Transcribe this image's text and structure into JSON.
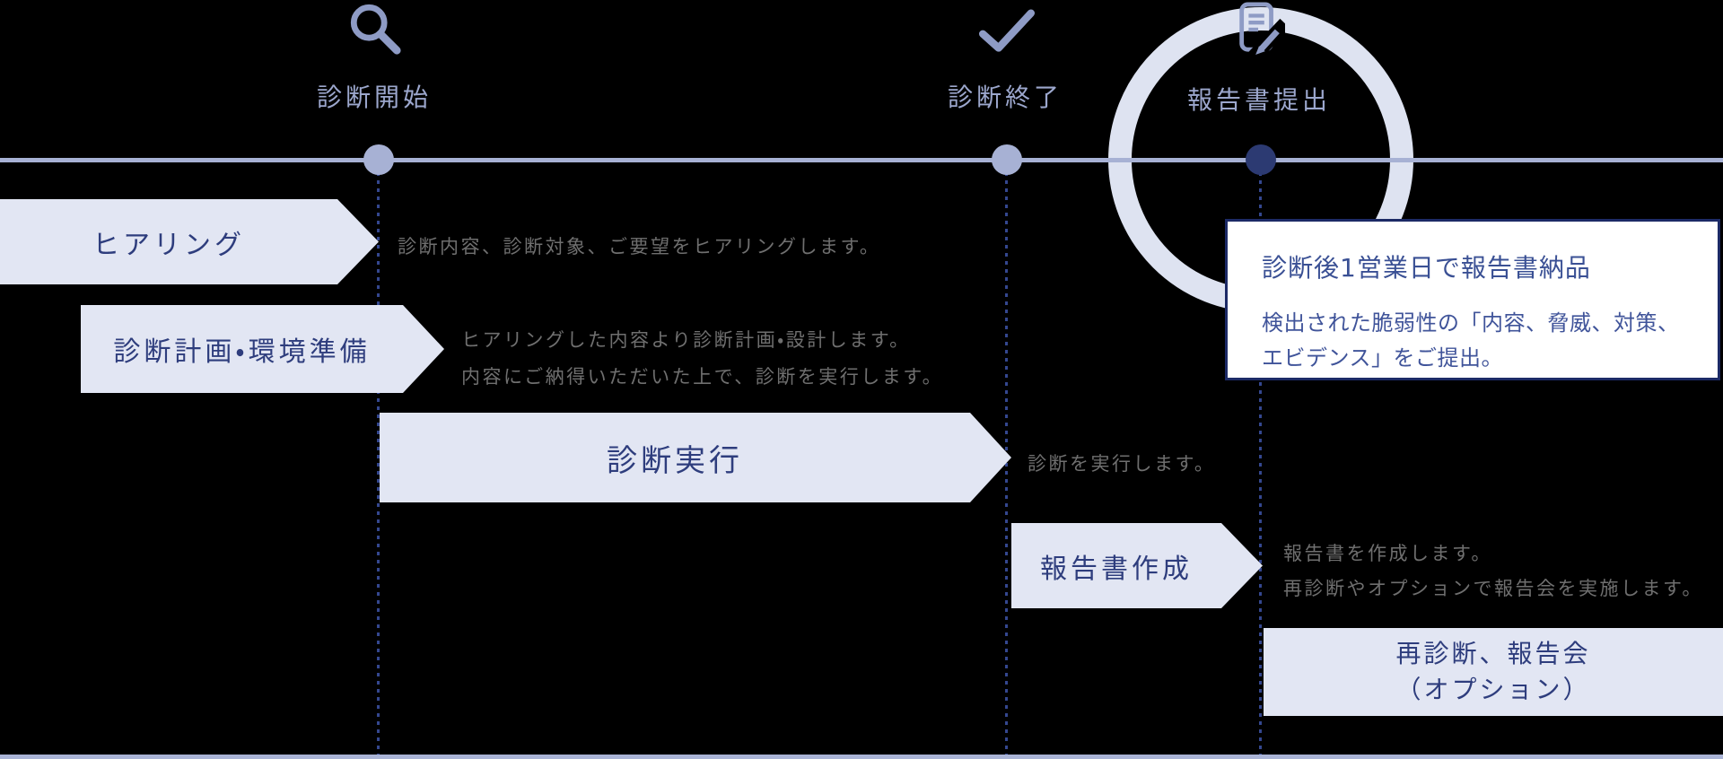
{
  "diagram": {
    "milestones": [
      {
        "icon": "magnifier-icon",
        "label": "診断開始"
      },
      {
        "icon": "check-icon",
        "label": "診断終了"
      },
      {
        "icon": "report-pencil-icon",
        "label": "報告書提出"
      }
    ],
    "steps": [
      {
        "label": "ヒアリング",
        "desc_lines": [
          "診断内容、診断対象、ご要望をヒアリングします。"
        ]
      },
      {
        "label": "診断計画・環境準備",
        "desc_lines": [
          "ヒアリングした内容より診断計画・設計します。",
          "内容にご納得いただいた上で、診断を実行します。"
        ]
      },
      {
        "label": "診断実行",
        "desc_lines": [
          "診断を実行します。"
        ]
      },
      {
        "label": "報告書作成",
        "desc_lines": [
          "報告書を作成します。",
          "再診断やオプションで報告会を実施します。"
        ]
      },
      {
        "label_lines": [
          "再診断、報告会",
          "（オプション）"
        ]
      }
    ],
    "callout": {
      "title": "診断後1営業日で報告書納品",
      "body_lines": [
        "検出された脆弱性の「内容、脅威、対策、",
        "エビデンス」をご提出。"
      ]
    },
    "colors": {
      "background": "#000000",
      "timeline": "#a7b1d4",
      "milestone_label": "#9ca7cd",
      "milestone_icon": "#8e9bc5",
      "highlight_ring": "#dee3f1",
      "active_dot": "#2c3a72",
      "arrow_fill": "#e2e6f3",
      "arrow_text": "#2e3d7d",
      "description_text": "#6f6f6f",
      "dropline": "#34478f",
      "callout_border": "#1c2a66",
      "callout_title": "#3a5094",
      "callout_body": "#40549a",
      "bottom_strip": "#aab4d6"
    }
  }
}
